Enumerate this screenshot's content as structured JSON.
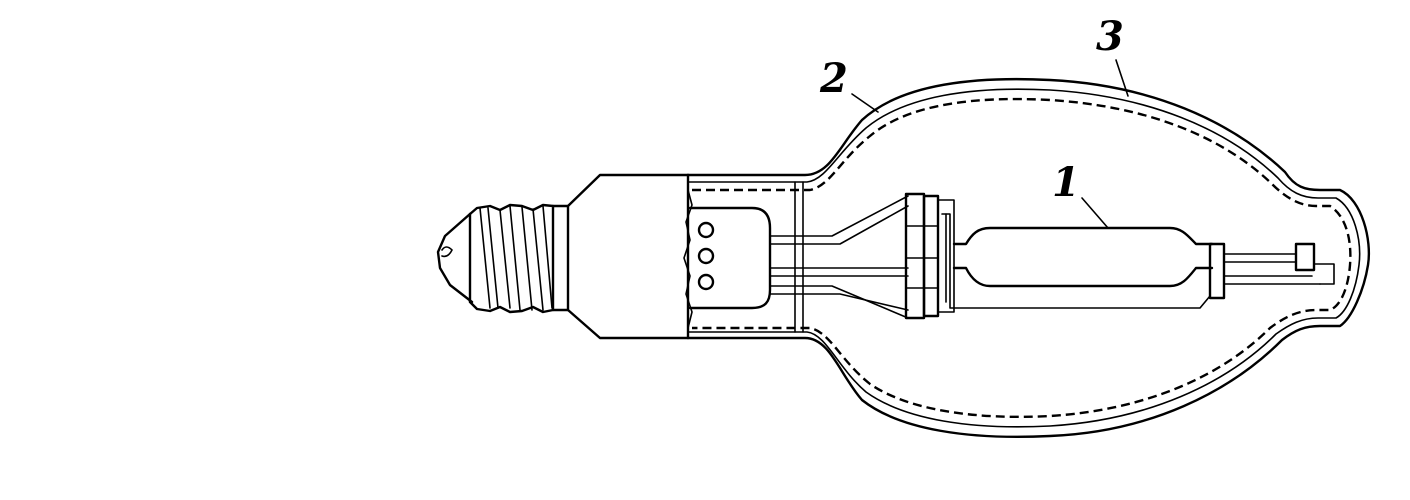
{
  "figure": {
    "labels": [
      {
        "id": "arc-tube",
        "text": "1"
      },
      {
        "id": "outer-bulb",
        "text": "2"
      },
      {
        "id": "coating",
        "text": "3"
      }
    ]
  }
}
